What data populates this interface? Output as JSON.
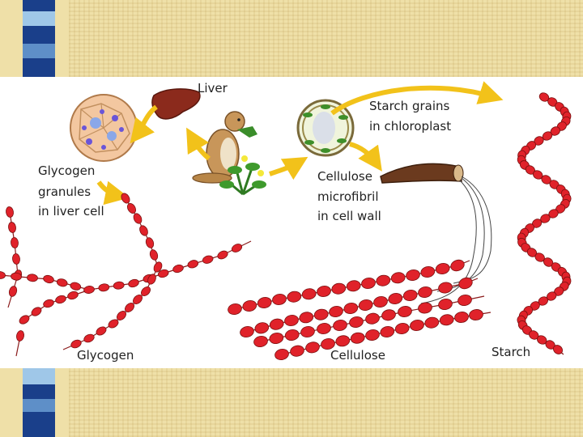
{
  "labels": {
    "liver": "Liver",
    "starch_grains_line1": "Starch grains",
    "starch_grains_line2": "in chloroplast",
    "glycogen_granules_line1": "Glycogen",
    "glycogen_granules_line2": "granules",
    "glycogen_granules_line3": "in liver cell",
    "cellulose_line1": "Cellulose",
    "cellulose_line2": "microfibril",
    "cellulose_line3": "in cell wall",
    "glycogen": "Glycogen",
    "cellulose": "Cellulose",
    "starch": "Starch"
  },
  "colors": {
    "background": "#eedfa6",
    "panel": "#ffffff",
    "stripe_blue_dark": "#1a3f8a",
    "stripe_blue_light": "#9fc7e8",
    "glucose_bead": "#e0222a",
    "arrow": "#f2c21a",
    "liver": "#8b2a1c",
    "chloroplast": "#3e8f2a"
  },
  "icons": [
    "liver-cell-icon",
    "liver-icon",
    "prairie-dog-icon",
    "plant-icon",
    "plant-cell-icon",
    "microfibril-icon"
  ]
}
